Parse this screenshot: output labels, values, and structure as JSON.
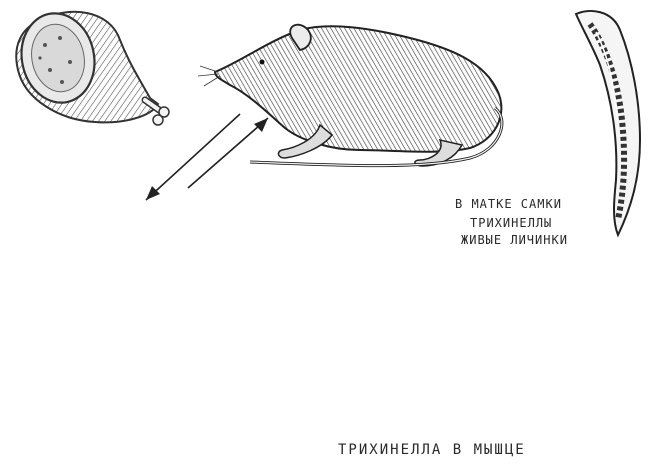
{
  "labels": {
    "uterus_line1": "В МАТКЕ САМКИ",
    "uterus_line2": "ТРИХИНЕЛЛЫ",
    "uterus_line3": "ЖИВЫЕ ЛИЧИНКИ",
    "muscle": "ТРИХИНЕЛЛА В МЫШЦЕ"
  },
  "colors": {
    "ink": "#2a2a2a",
    "paper": "#ffffff"
  }
}
